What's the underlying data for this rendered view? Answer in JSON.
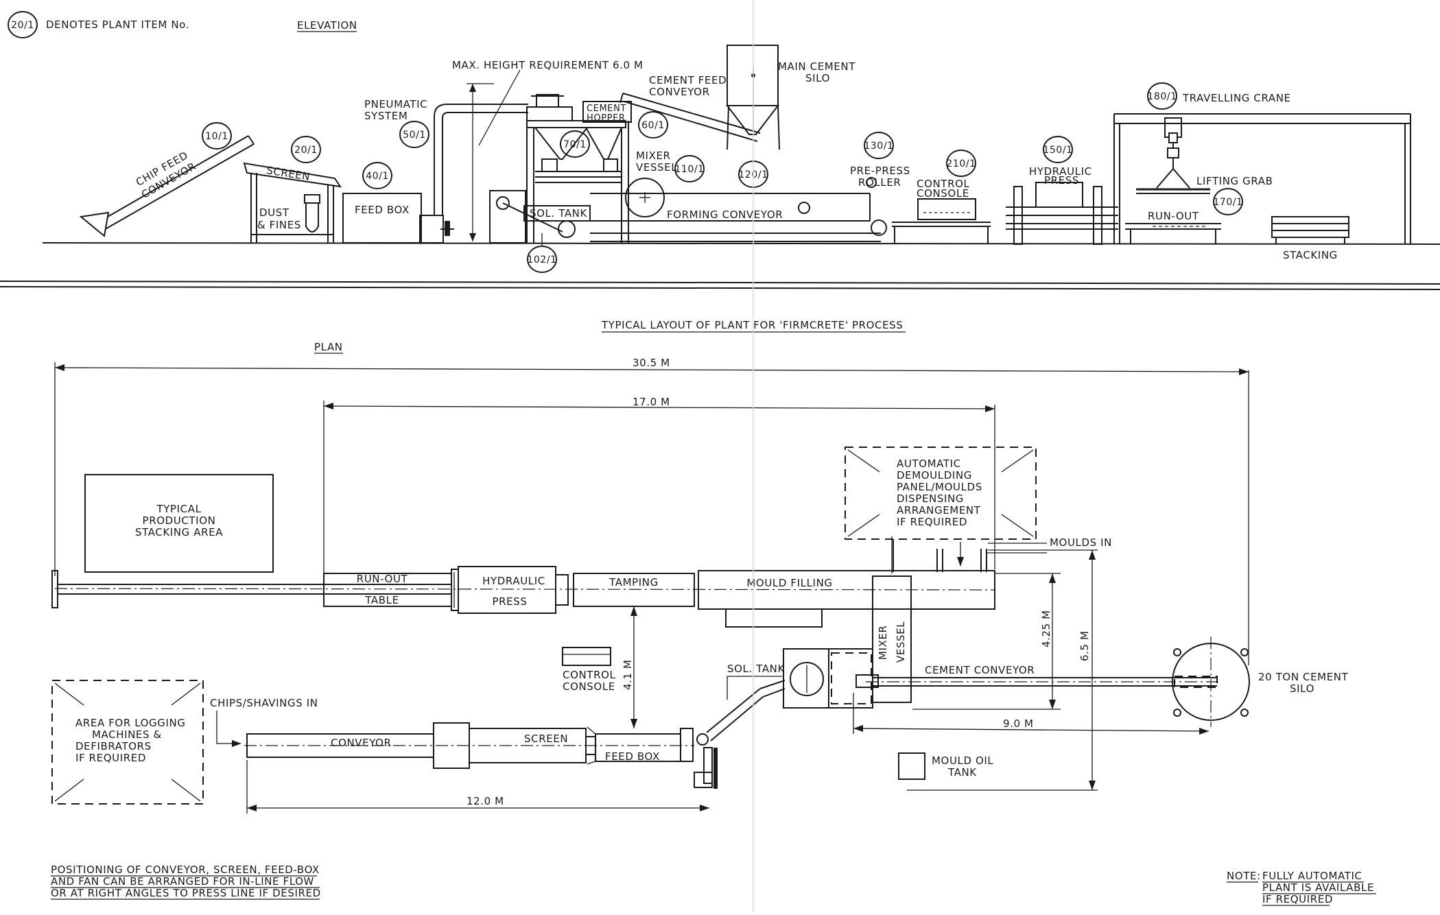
{
  "legend": {
    "symbol": "20/1",
    "text": "DENOTES PLANT ITEM No."
  },
  "headings": {
    "elevation": "ELEVATION",
    "title": "TYPICAL LAYOUT OF PLANT FOR 'FIRMCRETE' PROCESS",
    "plan": "PLAN"
  },
  "elevation": {
    "max_height": "MAX. HEIGHT REQUIREMENT 6.0 M",
    "chip_feed_conveyor": [
      "CHIP FEED",
      "CONVEYOR"
    ],
    "screen": "SCREEN",
    "dust_fines": [
      "DUST",
      "& FINES"
    ],
    "feed_box": "FEED BOX",
    "pneumatic_system": [
      "PNEUMATIC",
      "SYSTEM"
    ],
    "sol_tank": "SOL. TANK",
    "cement_hopper": [
      "CEMENT",
      "HOPPER"
    ],
    "cement_feed_conveyor": [
      "CEMENT FEED",
      "CONVEYOR"
    ],
    "main_cement_silo": [
      "MAIN CEMENT",
      "SILO"
    ],
    "mixer_vessel": [
      "MIXER",
      "VESSEL"
    ],
    "forming_conveyor": "FORMING CONVEYOR",
    "pre_press_roller": [
      "PRE-PRESS",
      "ROLLER"
    ],
    "control_console": [
      "CONTROL",
      "CONSOLE"
    ],
    "hydraulic_press": [
      "HYDRAULIC",
      "PRESS"
    ],
    "travelling_crane": "TRAVELLING CRANE",
    "lifting_grab": "LIFTING GRAB",
    "run_out": "RUN-OUT",
    "stacking": "STACKING"
  },
  "item_numbers": {
    "chip_feed_conveyor": "10/1",
    "screen": "20/1",
    "feed_box": "40/1",
    "pneumatic_system": "50/1",
    "mixer": "60/1",
    "hopper": "70/1",
    "mixer_vessel": "110/1",
    "forming_conveyor": "120/1",
    "pre_press_roller": "130/1",
    "hydraulic_press": "150/1",
    "run_out": "170/1",
    "travelling_crane": "180/1",
    "control_console": "210/1",
    "sol_tank": "102/1"
  },
  "plan": {
    "dim_total": "30.5 M",
    "dim_17": "17.0 M",
    "dim_425": "4.25 M",
    "dim_65": "6.5 M",
    "dim_41": "4.1 M",
    "dim_90": "9.0 M",
    "dim_120": "12.0 M",
    "stacking_area": [
      "TYPICAL",
      "PRODUCTION",
      "STACKING AREA"
    ],
    "demoulding": [
      "AUTOMATIC",
      "DEMOULDING",
      "PANEL/MOULDS",
      "DISPENSING",
      "ARRANGEMENT",
      "IF REQUIRED"
    ],
    "moulds_in": "MOULDS IN",
    "run_out": "RUN-OUT",
    "table": "TABLE",
    "hydraulic": "HYDRAULIC",
    "press": "PRESS",
    "tamping": "TAMPING",
    "mould_filling": "MOULD FILLING",
    "mixer_vessel": [
      "MIXER",
      "VESSEL"
    ],
    "sol_tank": "SOL. TANK",
    "cement_conveyor": "CEMENT CONVEYOR",
    "cement_silo": [
      "20 TON CEMENT",
      "SILO"
    ],
    "control_console": [
      "CONTROL",
      "CONSOLE"
    ],
    "logging_area": [
      "AREA FOR LOGGING",
      "MACHINES &",
      "DEFIBRATORS",
      "IF REQUIRED"
    ],
    "chips_in": "CHIPS/SHAVINGS IN",
    "conveyor": "CONVEYOR",
    "screen": "SCREEN",
    "feed_box": "FEED BOX",
    "mould_oil_tank": [
      "MOULD OIL",
      "TANK"
    ]
  },
  "notes": {
    "positioning": [
      "POSITIONING OF CONVEYOR, SCREEN, FEED-BOX",
      "AND FAN CAN BE ARRANGED FOR IN-LINE FLOW",
      "OR AT RIGHT ANGLES TO PRESS LINE IF DESIRED"
    ],
    "note_label": "NOTE:",
    "note_text": [
      "FULLY AUTOMATIC",
      "PLANT IS AVAILABLE",
      "IF REQUIRED"
    ]
  }
}
